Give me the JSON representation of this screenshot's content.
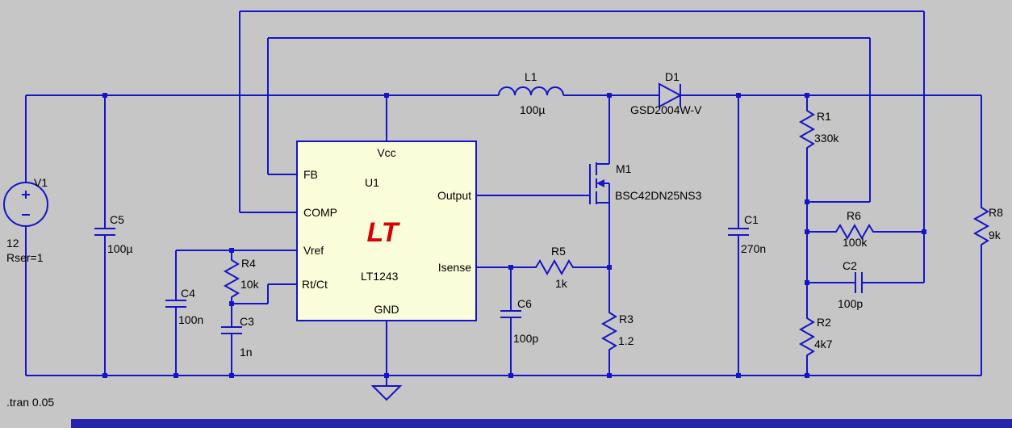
{
  "colors": {
    "background": "#c6c6c6",
    "wire": "#1414c8",
    "text": "#000000",
    "ic_fill": "#f9fdda",
    "logo_red": "#d40404",
    "bottom_bar": "#2424a8"
  },
  "directive": ".tran 0.05",
  "ic": {
    "refdes": "U1",
    "part": "LT1243",
    "logo_text": "LT",
    "pin_vcc": "Vcc",
    "pin_gnd": "GND",
    "pin_fb": "FB",
    "pin_comp": "COMP",
    "pin_vref": "Vref",
    "pin_rtct": "Rt/Ct",
    "pin_output": "Output",
    "pin_isense": "Isense"
  },
  "components": {
    "v1": {
      "refdes": "V1",
      "value": "12",
      "param": "Rser=1"
    },
    "c5": {
      "refdes": "C5",
      "value": "100µ"
    },
    "c4": {
      "refdes": "C4",
      "value": "100n"
    },
    "c3": {
      "refdes": "C3",
      "value": "1n"
    },
    "r4": {
      "refdes": "R4",
      "value": "10k"
    },
    "l1": {
      "refdes": "L1",
      "value": "100µ"
    },
    "d1": {
      "refdes": "D1",
      "value": "GSD2004W-V"
    },
    "m1": {
      "refdes": "M1",
      "value": "BSC42DN25NS3"
    },
    "r5": {
      "refdes": "R5",
      "value": "1k"
    },
    "c6": {
      "refdes": "C6",
      "value": "100p"
    },
    "r3": {
      "refdes": "R3",
      "value": "1.2"
    },
    "c1": {
      "refdes": "C1",
      "value": "270n"
    },
    "r1": {
      "refdes": "R1",
      "value": "330k"
    },
    "r2": {
      "refdes": "R2",
      "value": "4k7"
    },
    "r6": {
      "refdes": "R6",
      "value": "100k"
    },
    "c2": {
      "refdes": "C2",
      "value": "100p"
    },
    "r8": {
      "refdes": "R8",
      "value": "9k"
    }
  }
}
